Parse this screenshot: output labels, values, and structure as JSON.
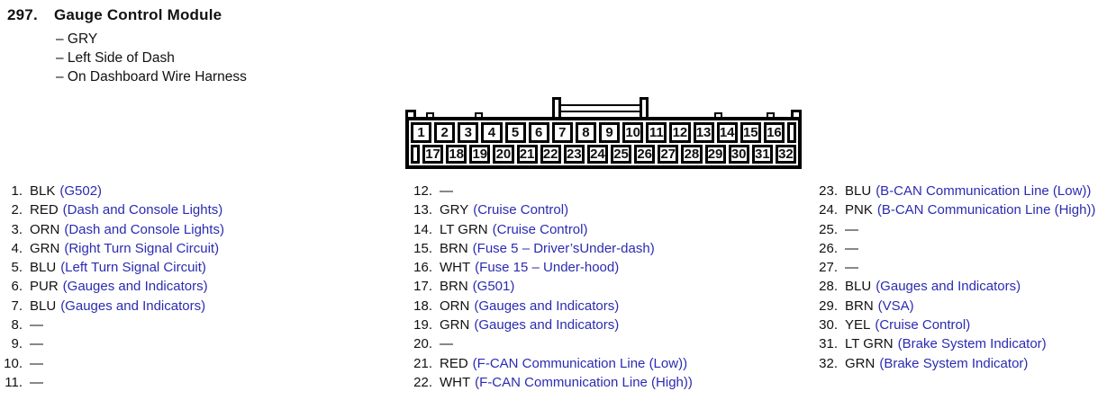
{
  "header": {
    "number": "297.",
    "title": "Gauge Control Module",
    "details": [
      "– GRY",
      "– Left Side of Dash",
      "– On Dashboard Wire Harness"
    ]
  },
  "connector": {
    "description": "32-pin connector, two rows",
    "top_row": [
      "1",
      "2",
      "3",
      "4",
      "5",
      "6",
      "7",
      "8",
      "9",
      "10",
      "11",
      "12",
      "13",
      "14",
      "15",
      "16"
    ],
    "bottom_row": [
      "17",
      "18",
      "19",
      "20",
      "21",
      "22",
      "23",
      "24",
      "25",
      "26",
      "27",
      "28",
      "29",
      "30",
      "31",
      "32"
    ]
  },
  "pins": [
    {
      "num": "1.",
      "color": "BLK",
      "circuit": "(G502)"
    },
    {
      "num": "2.",
      "color": "RED",
      "circuit": "(Dash and Console Lights)"
    },
    {
      "num": "3.",
      "color": "ORN",
      "circuit": "(Dash and Console Lights)"
    },
    {
      "num": "4.",
      "color": "GRN",
      "circuit": "(Right Turn Signal Circuit)"
    },
    {
      "num": "5.",
      "color": "BLU",
      "circuit": "(Left Turn Signal Circuit)"
    },
    {
      "num": "6.",
      "color": "PUR",
      "circuit": "(Gauges and Indicators)"
    },
    {
      "num": "7.",
      "color": "BLU",
      "circuit": "(Gauges and Indicators)"
    },
    {
      "num": "8.",
      "color": "—",
      "circuit": ""
    },
    {
      "num": "9.",
      "color": "—",
      "circuit": ""
    },
    {
      "num": "10.",
      "color": "—",
      "circuit": ""
    },
    {
      "num": "11.",
      "color": "—",
      "circuit": ""
    },
    {
      "num": "12.",
      "color": "—",
      "circuit": ""
    },
    {
      "num": "13.",
      "color": "GRY",
      "circuit": "(Cruise Control)"
    },
    {
      "num": "14.",
      "color": "LT GRN",
      "circuit": "(Cruise Control)"
    },
    {
      "num": "15.",
      "color": "BRN",
      "circuit": "(Fuse 5 – Driver’sUnder-dash)"
    },
    {
      "num": "16.",
      "color": "WHT",
      "circuit": "(Fuse 15 – Under-hood)"
    },
    {
      "num": "17.",
      "color": "BRN",
      "circuit": "(G501)"
    },
    {
      "num": "18.",
      "color": "ORN",
      "circuit": "(Gauges and Indicators)"
    },
    {
      "num": "19.",
      "color": "GRN",
      "circuit": "(Gauges and Indicators)"
    },
    {
      "num": "20.",
      "color": "—",
      "circuit": ""
    },
    {
      "num": "21.",
      "color": "RED",
      "circuit": "(F-CAN Communication Line (Low))"
    },
    {
      "num": "22.",
      "color": "WHT",
      "circuit": "(F-CAN Communication Line (High))"
    },
    {
      "num": "23.",
      "color": "BLU",
      "circuit": "(B-CAN Communication Line (Low))"
    },
    {
      "num": "24.",
      "color": "PNK",
      "circuit": "(B-CAN Communication Line (High))"
    },
    {
      "num": "25.",
      "color": "—",
      "circuit": ""
    },
    {
      "num": "26.",
      "color": "—",
      "circuit": ""
    },
    {
      "num": "27.",
      "color": "—",
      "circuit": ""
    },
    {
      "num": "28.",
      "color": "BLU",
      "circuit": "(Gauges and Indicators)"
    },
    {
      "num": "29.",
      "color": "BRN",
      "circuit": "(VSA)"
    },
    {
      "num": "30.",
      "color": "YEL",
      "circuit": "(Cruise Control)"
    },
    {
      "num": "31.",
      "color": "LT GRN",
      "circuit": "(Brake System Indicator)"
    },
    {
      "num": "32.",
      "color": "GRN",
      "circuit": "(Brake System Indicator)"
    }
  ],
  "colors": {
    "circuit_text": "#2b2bb2",
    "ink": "#111111",
    "connector_outline": "#000000"
  }
}
